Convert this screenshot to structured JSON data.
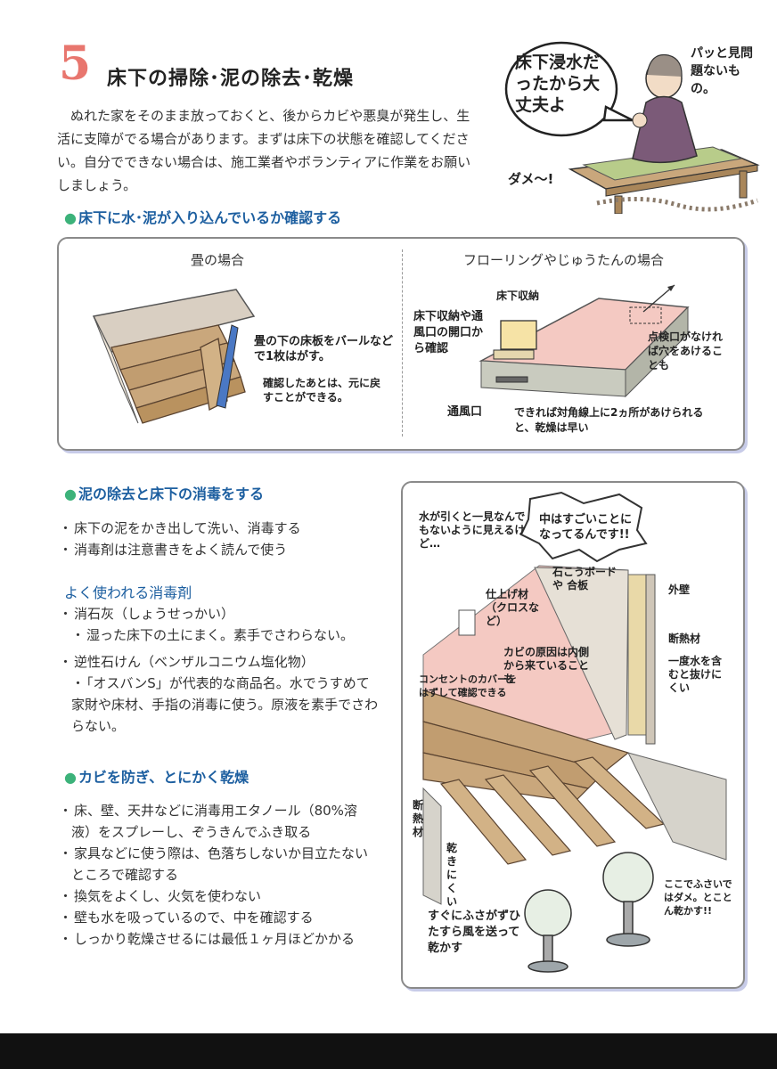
{
  "section": {
    "number": "5",
    "title": "床下の掃除･泥の除去･乾燥",
    "intro": "ぬれた家をそのまま放っておくと、後からカビや悪臭が発生し、生活に支障がでる場合があります。まずは床下の状態を確認してください。自分でできない場合は、施工業者やボランティアに作業をお願いしましょう。"
  },
  "top_illustration": {
    "bubble": "床下浸水だったから大丈夫よ",
    "side_note": "パッと見問題ないもの。",
    "dame": "ダメ〜!"
  },
  "check": {
    "heading": "床下に水･泥が入り込んでいるか確認する",
    "left_title": "畳の場合",
    "left_note1": "畳の下の床板をバールなどで1枚はがす。",
    "left_note2": "確認したあとは、元に戻すことができる。",
    "right_title": "フローリングやじゅうたんの場合",
    "right_note_storage": "床下収納",
    "right_note_check": "床下収納や通風口の開口から確認",
    "right_note_hole": "点検口がなければ穴をあけることも",
    "right_note_vent": "通風口",
    "right_note_dry": "できれば対角線上に2ヵ所があけられると、乾燥は早い"
  },
  "disinfect": {
    "heading": "泥の除去と床下の消毒をする",
    "bullets": [
      "床下の泥をかき出して洗い、消毒する",
      "消毒剤は注意書きをよく読んで使う"
    ],
    "subheading": "よく使われる消毒剤",
    "agents": [
      {
        "name": "消石灰（しょうせっかい）",
        "desc": "湿った床下の土にまく。素手でさわらない。"
      },
      {
        "name": "逆性石けん（ベンザルコニウム塩化物）",
        "desc": "「オスバンS」が代表的な商品名。水でうすめて家財や床材、手指の消毒に使う。原液を素手でさわらない。"
      }
    ]
  },
  "dry": {
    "heading": "カビを防ぎ、とにかく乾燥",
    "bullets": [
      "床、壁、天井などに消毒用エタノール（80%溶液）をスプレーし、ぞうきんでふき取る",
      "家具などに使う際は、色落ちしないか目立たないところで確認する",
      "換気をよくし、火気を使わない",
      "壁も水を吸っているので、中を確認する",
      "しっかり乾燥させるには最低１ヶ月ほどかかる"
    ]
  },
  "wall_illustration": {
    "note_looks": "水が引くと一見なんでもないように見えるけど…",
    "note_inside": "中はすごいことになってるんです!!",
    "label_board": "石こうボード や 合板",
    "label_outer": "外壁",
    "label_finish": "仕上げ材（クロスなど）",
    "label_insul": "断熱材",
    "label_insul_note": "一度水を含むと抜けにくい",
    "label_mold": "カビの原因は内側から来ていることも",
    "label_outlet": "コンセントのカバーをはずして確認できる",
    "label_floor_insul": "断熱材",
    "label_hard_dry": "乾きにくい",
    "label_fan": "すぐにふさがずひたすら風を送って乾かす",
    "label_no_block": "ここでふさいではダメ。とことん乾かす!!"
  },
  "colors": {
    "accent_red": "#e8766e",
    "heading_blue": "#1d5fa0",
    "dot_green": "#3cb27a",
    "wood": "#c9a77c",
    "pink": "#f4c9c2"
  }
}
